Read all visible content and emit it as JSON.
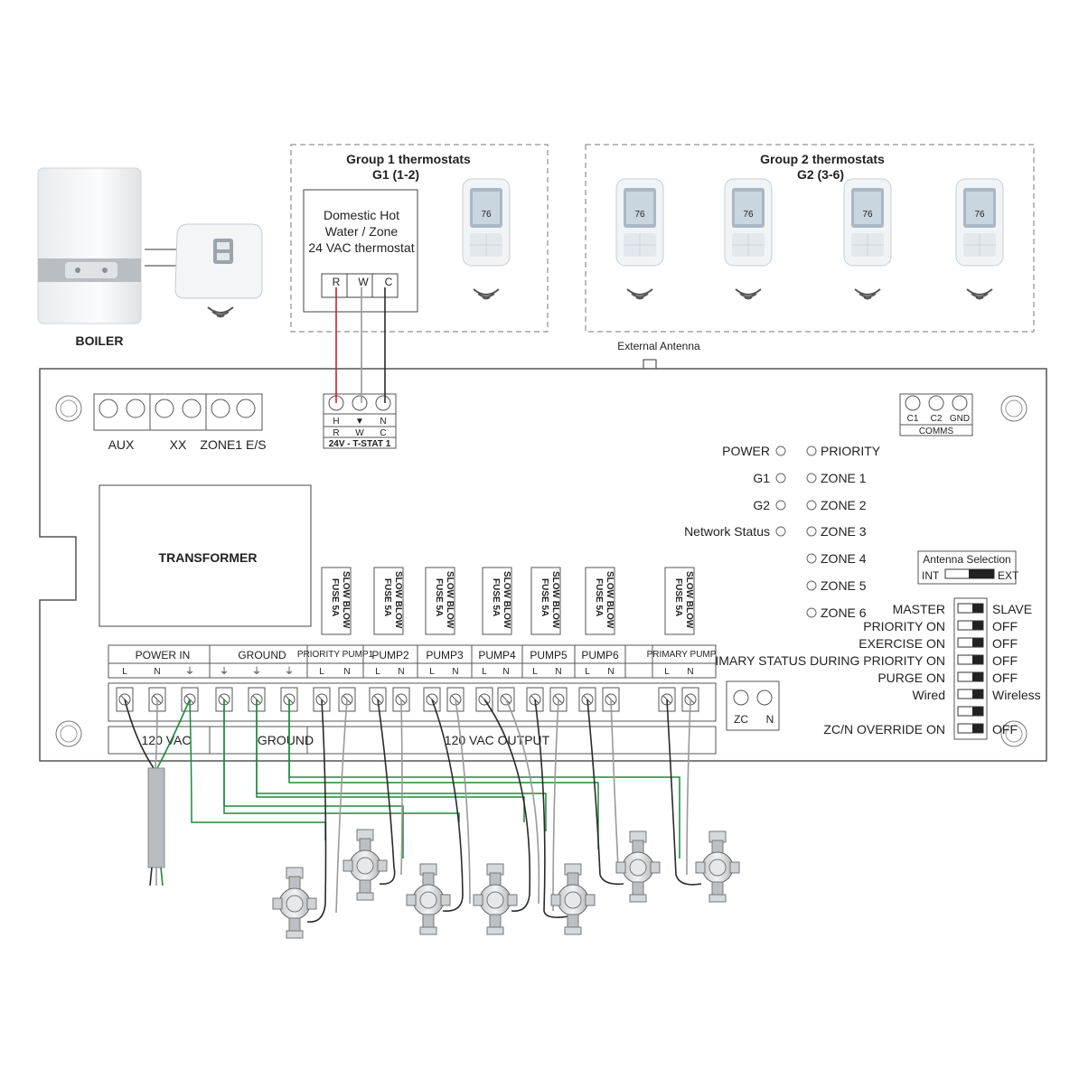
{
  "boiler": {
    "label": "BOILER"
  },
  "group1": {
    "title": "Group 1 thermostats",
    "subtitle": "G1 (1-2)",
    "dhw_lines": [
      "Domestic Hot",
      "Water / Zone",
      "24 VAC thermostat"
    ],
    "terminals": [
      "R",
      "W",
      "C"
    ]
  },
  "group2": {
    "title": "Group 2 thermostats",
    "subtitle": "G2 (3-6)"
  },
  "thermostat_display": "76",
  "antenna": {
    "label": "External Antenna"
  },
  "top_terminals": {
    "aux": "AUX",
    "xx": "XX",
    "zone1_es": "ZONE1 E/S"
  },
  "tstat_block": {
    "top": [
      "H",
      "▼",
      "N"
    ],
    "bottom": [
      "R",
      "W",
      "C"
    ],
    "caption": "24V - T-STAT 1"
  },
  "comms": {
    "terminals": [
      "C1",
      "C2",
      "GND"
    ],
    "caption": "COMMS"
  },
  "indicators_left": [
    "POWER",
    "G1",
    "G2",
    "Network Status"
  ],
  "indicators_right": [
    "PRIORITY",
    "ZONE 1",
    "ZONE 2",
    "ZONE 3",
    "ZONE 4",
    "ZONE 5",
    "ZONE 6"
  ],
  "transformer": {
    "label": "TRANSFORMER"
  },
  "fuse": {
    "line1": "FUSE 5A",
    "line2": "SLOW BLOW"
  },
  "antenna_selection": {
    "title": "Antenna Selection",
    "int": "INT",
    "ext": "EXT"
  },
  "switches": [
    {
      "left": "MASTER",
      "right": "SLAVE"
    },
    {
      "left": "PRIORITY ON",
      "right": "OFF"
    },
    {
      "left": "EXERCISE ON",
      "right": "OFF"
    },
    {
      "left": "PRIMARY STATUS DURING PRIORITY ON",
      "right": "OFF"
    },
    {
      "left": "PURGE ON",
      "right": "OFF"
    },
    {
      "left": "Wired",
      "right": "Wireless"
    },
    {
      "left": "",
      "right": ""
    },
    {
      "left": "ZC/N OVERRIDE ON",
      "right": "OFF"
    }
  ],
  "terminal_groups": [
    {
      "label": "POWER IN",
      "pins": [
        "L",
        "N",
        "⏚"
      ]
    },
    {
      "label": "GROUND",
      "pins": [
        "⏚",
        "⏚",
        "⏚"
      ]
    },
    {
      "label": "PRIORITY PUMP1",
      "pins": [
        "L",
        "N"
      ]
    },
    {
      "label": "PUMP2",
      "pins": [
        "L",
        "N"
      ]
    },
    {
      "label": "PUMP3",
      "pins": [
        "L",
        "N"
      ]
    },
    {
      "label": "PUMP4",
      "pins": [
        "L",
        "N"
      ]
    },
    {
      "label": "PUMP5",
      "pins": [
        "L",
        "N"
      ]
    },
    {
      "label": "PUMP6",
      "pins": [
        "L",
        "N"
      ]
    },
    {
      "label": "PRIMARY PUMP",
      "pins": [
        "L",
        "N"
      ]
    }
  ],
  "zcn": {
    "zc": "ZC",
    "n": "N"
  },
  "bottom_labels": {
    "vac120": "120 VAC",
    "ground": "GROUND",
    "output": "120 VAC OUTPUT"
  },
  "colors": {
    "red_wire": "#c0262b",
    "green_wire": "#1f8a3a",
    "gray_wire": "#9a9a9a",
    "black_wire": "#2a2a2a"
  }
}
